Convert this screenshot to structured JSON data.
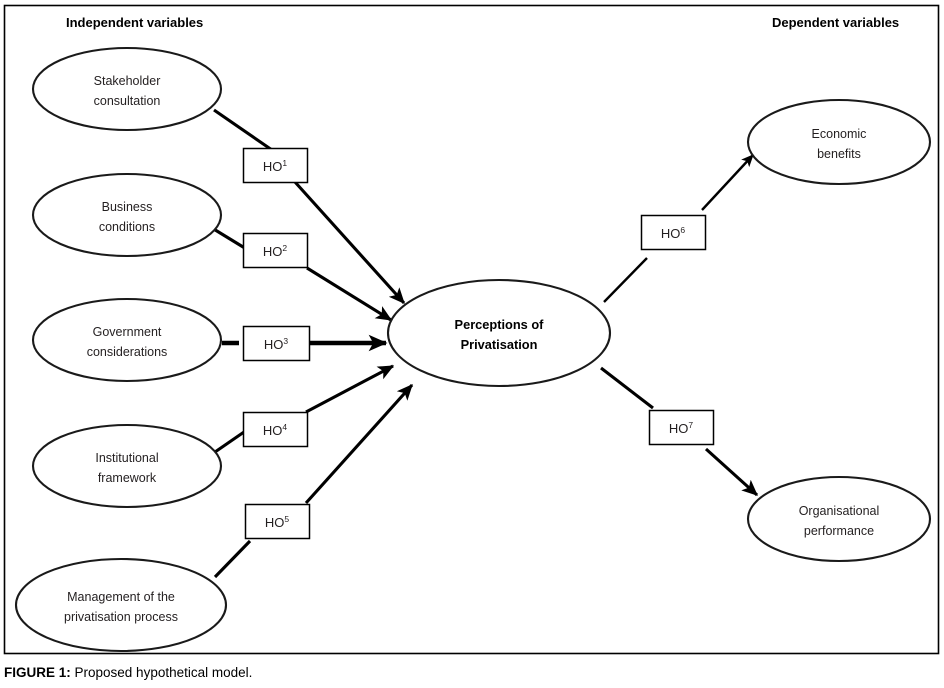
{
  "figure": {
    "caption_prefix": "FIGURE 1:",
    "caption_text": " Proposed hypothetical model.",
    "headings": {
      "left": "Independent variables",
      "right": "Dependent variables"
    }
  },
  "colors": {
    "stroke": "#000000",
    "node_stroke": "#1a1a1a",
    "text": "#231f20",
    "background": "#ffffff"
  },
  "independent_variables": [
    {
      "line1": "Stakeholder",
      "line2": "consultation"
    },
    {
      "line1": "Business",
      "line2": "conditions"
    },
    {
      "line1": "Government",
      "line2": "considerations"
    },
    {
      "line1": "Institutional",
      "line2": "framework"
    },
    {
      "line1": "Management of the",
      "line2": "privatisation process"
    }
  ],
  "mediator": {
    "line1": "Perceptions of",
    "line2": "Privatisation"
  },
  "dependent_variables": [
    {
      "line1": "Economic",
      "line2": "benefits"
    },
    {
      "line1": "Organisational",
      "line2": "performance"
    }
  ],
  "hypotheses": [
    {
      "base": "HO",
      "sup": "1"
    },
    {
      "base": "HO",
      "sup": "2"
    },
    {
      "base": "HO",
      "sup": "3"
    },
    {
      "base": "HO",
      "sup": "4"
    },
    {
      "base": "HO",
      "sup": "5"
    },
    {
      "base": "HO",
      "sup": "6"
    },
    {
      "base": "HO",
      "sup": "7"
    }
  ]
}
